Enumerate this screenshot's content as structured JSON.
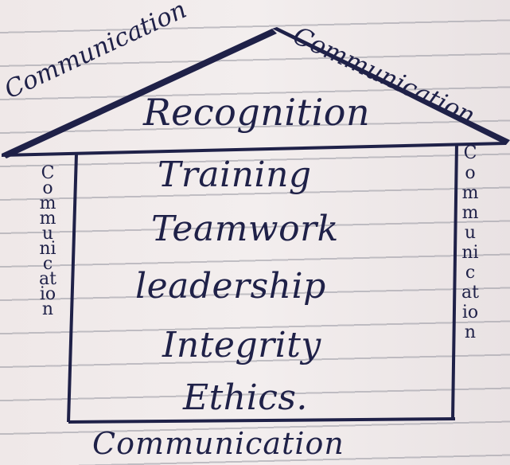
{
  "roof_left_label": "Communication",
  "roof_right_label": "Communication",
  "roof_center_label": "Recognition",
  "pillars": [
    "Training",
    "Teamwork",
    "leadership",
    "Integrity",
    "Ethics."
  ],
  "left_wall_label": "Communication",
  "right_wall_label": "Communication",
  "base_label": "Communication",
  "colors": {
    "ink": "#1f2148",
    "paper": "#f0eaea",
    "rule_lines": "#969aa0"
  }
}
